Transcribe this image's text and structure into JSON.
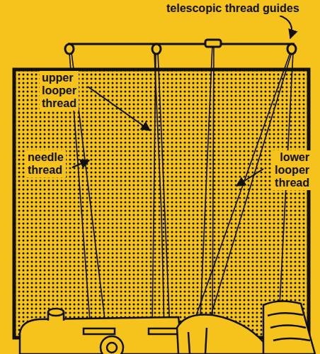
{
  "diagram": {
    "labels": [
      "telescopic thread guides",
      "upper looper thread",
      "lower looper thread",
      "needle thread"
    ]
  }
}
